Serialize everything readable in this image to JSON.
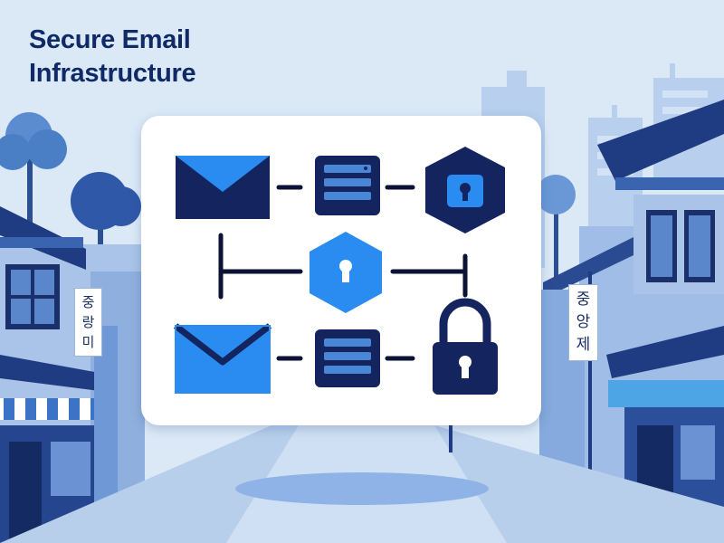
{
  "title": {
    "line1": "Secure Email",
    "line2": "Infrastructure"
  },
  "signs": {
    "left": [
      "중",
      "랑",
      "미"
    ],
    "right": [
      "중",
      "앙",
      "제"
    ]
  },
  "diagram_nodes": [
    {
      "id": "envelope-top",
      "icon": "envelope-icon"
    },
    {
      "id": "server-top",
      "icon": "server-stack-icon"
    },
    {
      "id": "hex-lock-top",
      "icon": "hexagon-lock-icon"
    },
    {
      "id": "hex-lock-center",
      "icon": "hexagon-keyhole-icon"
    },
    {
      "id": "envelope-bottom",
      "icon": "envelope-icon"
    },
    {
      "id": "server-bottom",
      "icon": "server-stack-icon"
    },
    {
      "id": "padlock",
      "icon": "padlock-icon"
    }
  ],
  "colors": {
    "navy": "#13245f",
    "bright_blue": "#2a8cf0",
    "sky": "#dbe9f7",
    "building_mid": "#7ea6d9",
    "building_dark": "#2f4f9a"
  }
}
